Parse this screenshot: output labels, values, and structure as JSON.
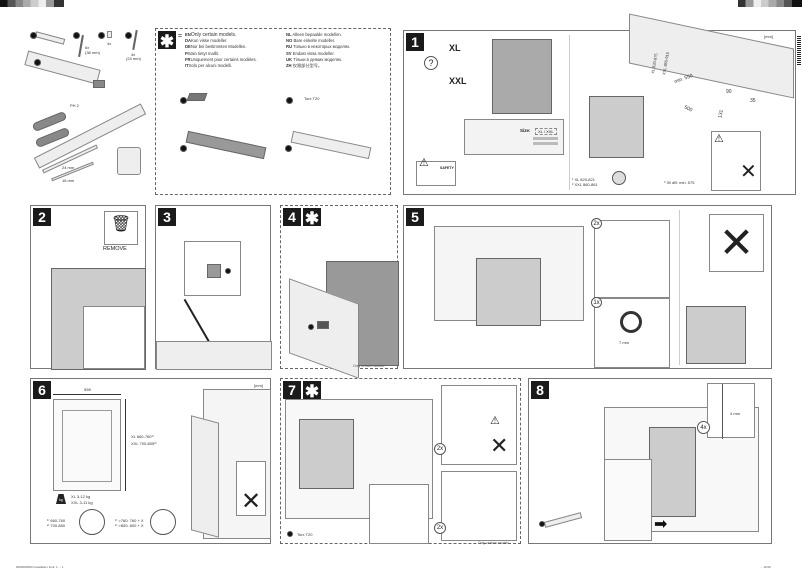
{
  "parts": {
    "screws_count": "6x",
    "screws_len": "(38 mm)",
    "caps_count": "4x",
    "bolts_count": "4x",
    "bolts_len": "(24 mm)",
    "screwdriver": "PH 2",
    "wrench1": "24 mm",
    "wrench2": "16 mm"
  },
  "only_certain": {
    "lines_left": [
      [
        "EN",
        "Only certain models."
      ],
      [
        "DA",
        "Kun visse modeller."
      ],
      [
        "DE",
        "Nur bei bestimmten Modellen."
      ],
      [
        "FI",
        "Vain tietyt mallit."
      ],
      [
        "FR",
        "Uniquement pour certains modèles."
      ],
      [
        "IT",
        "Solo per alcuni modelli."
      ]
    ],
    "lines_right": [
      [
        "NL",
        "Alleen bepaalde modellen."
      ],
      [
        "NO",
        "Bare enkelte modeller."
      ],
      [
        "RU",
        "Только в некоторых моделях."
      ],
      [
        "SV",
        "Endast vissa modeller."
      ],
      [
        "UK",
        "Тільки в деяких моделях."
      ],
      [
        "ZH",
        "仅限部分型号。"
      ]
    ],
    "torx": "Torx T20"
  },
  "step1": {
    "num": "1",
    "xl": "XL",
    "xxl": "XXL",
    "question": "?",
    "size_label": "Size:",
    "size_value": "XL / XXL",
    "safety": "SAFETY",
    "unit": "[mm]",
    "dim_xl": "XL 820-875",
    "dim_xxl": "XXL 865-915",
    "min": "min. 550",
    "d500": "500",
    "d90": "90",
    "d131": "131",
    "d35": "35",
    "note1": "¹ XL 820-821",
    "note2": "² XXL 860-861",
    "note3": "³ 39 dB: min. 575"
  },
  "step2": {
    "num": "2",
    "remove": "REMOVE"
  },
  "step3": {
    "num": "3"
  },
  "step4": {
    "num": "4",
    "star": "✱",
    "note": "Only certain models."
  },
  "step5": {
    "num": "5",
    "x2": "2x",
    "x1": "1x",
    "len": "7 mm"
  },
  "step6": {
    "num": "6",
    "unit": "[mm]",
    "width": "598",
    "xl_h": "XL  660-760¹⁾",
    "xxl_h": "XXL  700-805²⁾",
    "xl_w": "XL  3-12 kg",
    "xxl_w": "XXL  3-11 kg",
    "kg": "kg",
    "r1": "¹⁾ 660-760",
    "r2": "²⁾ 700-850",
    "x1": "¹⁾ >760: 760 + X",
    "x2": "²⁾ >800: 800 + X"
  },
  "step7": {
    "num": "7",
    "star": "✱",
    "x2a": "2x",
    "x2b": "2x",
    "torx": "Torx T20",
    "note": "Only certain models."
  },
  "step8": {
    "num": "8",
    "x4": "4x",
    "gap": "4 mm"
  },
  "footer": {
    "left": "9000000000 Installation Instr. 1 ...  1",
    "right": "...  10:00"
  }
}
